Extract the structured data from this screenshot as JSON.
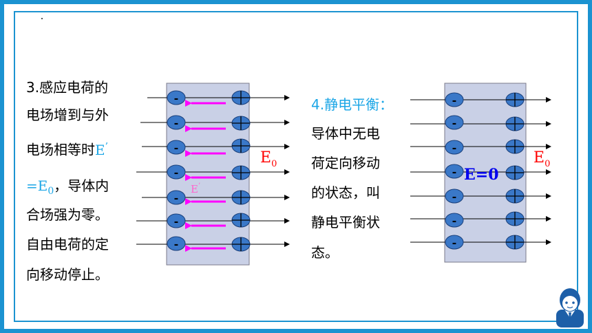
{
  "left_text": {
    "line1": "3.感应电荷的",
    "line2": "电场增到与外",
    "line3_main": "电场相等时",
    "line3_e": "E",
    "line3_prime": "’",
    "line4_eq": "=E",
    "line4_sub": "0",
    "line4_rest": "，导体内",
    "line5": "合场强为零。",
    "line6": "自由电荷的定",
    "line7": "向移动停止。"
  },
  "left_diagram": {
    "e0_label": "E",
    "e0_sub": "0",
    "eprime_label": "E",
    "eprime_prime": "’",
    "neg_symbol": "-",
    "pos_symbol": "+"
  },
  "right_text": {
    "heading": "4.静电平衡：",
    "line2": "导体中无电",
    "line3": "荷定向移动",
    "line4": "的状态，叫",
    "line5": "静电平衡状",
    "line6": "态。"
  },
  "right_diagram": {
    "e_zero_label": "E=0",
    "e0_label": "E",
    "e0_sub": "0",
    "neg_symbol": "-",
    "pos_symbol": "+"
  },
  "colors": {
    "frame": "#1b93d1",
    "conductor": "#c9d0e6",
    "charge_fill": "#3a78c8",
    "induced_arrow": "#ff00ff",
    "label_red": "#ff0000",
    "e_zero": "#0000ee",
    "highlight_text": "#1ba6e6"
  },
  "icons": {
    "presenter": "presenter-avatar-icon"
  }
}
